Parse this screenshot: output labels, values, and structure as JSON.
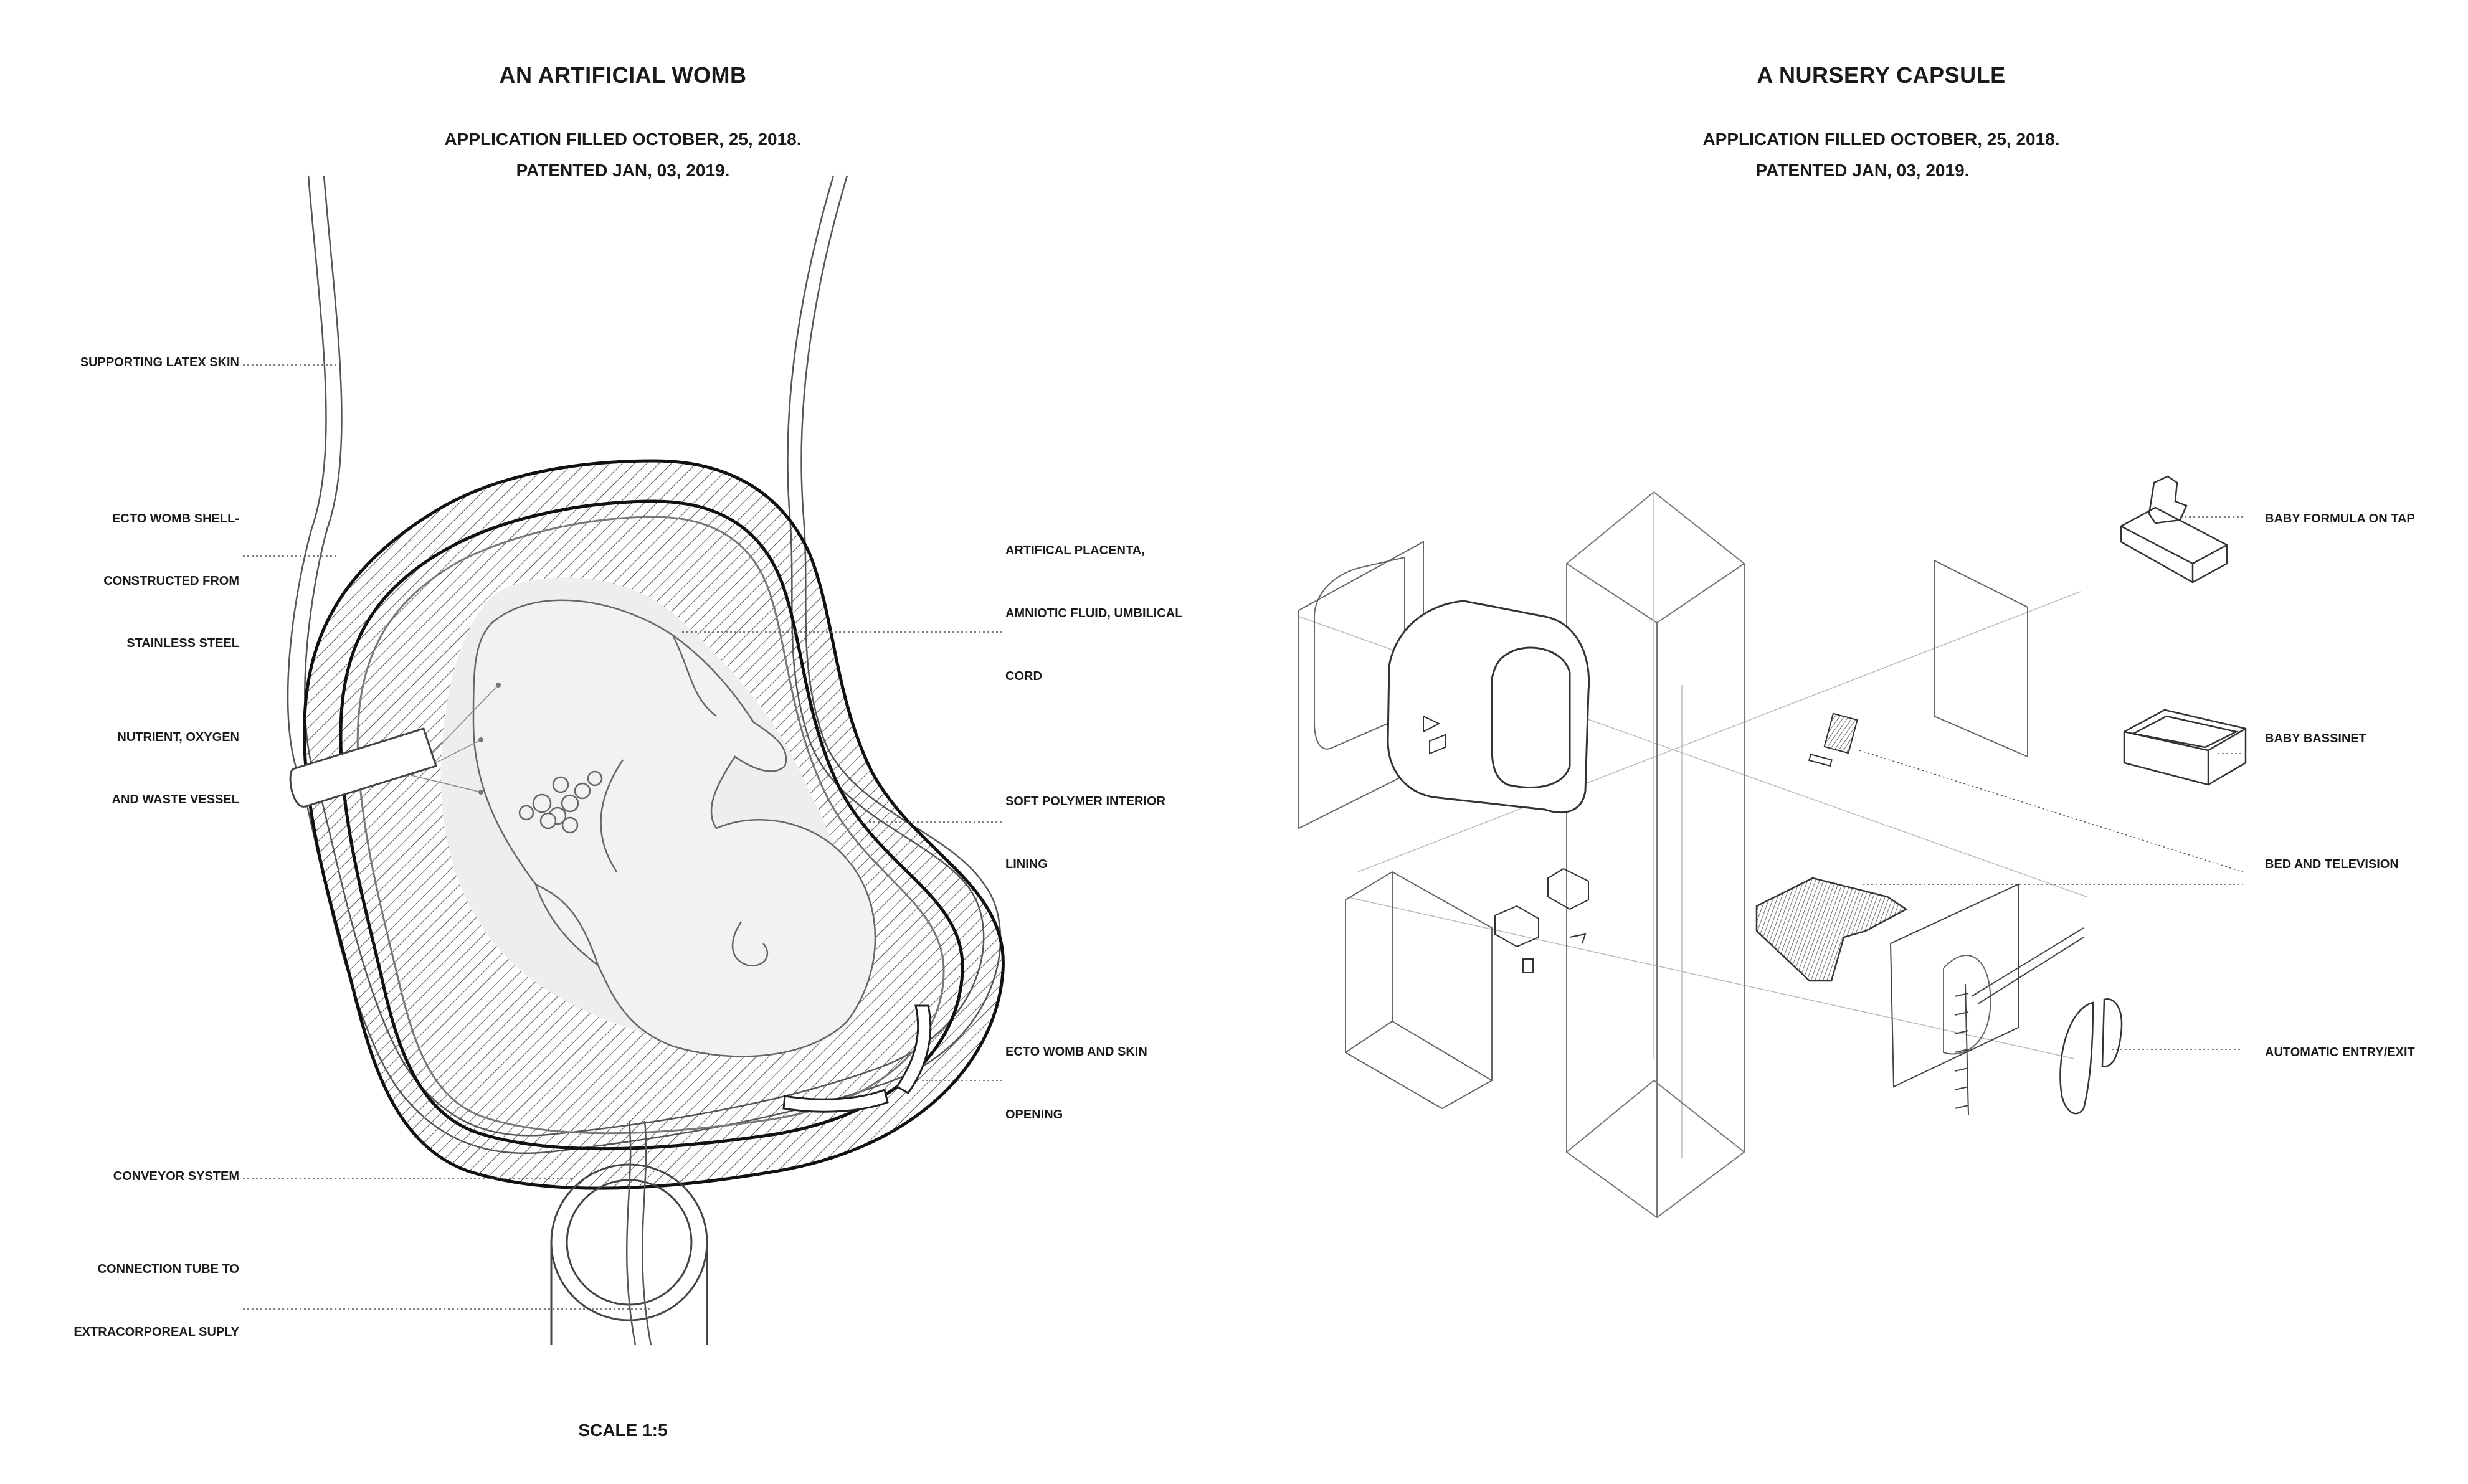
{
  "left_panel": {
    "title": "AN ARTIFICIAL WOMB",
    "application": "APPLICATION FILLED OCTOBER, 25, 2018.",
    "patented": "PATENTED JAN, 03, 2019.",
    "scale": "SCALE 1:5",
    "labels_left": [
      "SUPPORTING LATEX SKIN",
      "ECTO WOMB SHELL-",
      "CONSTRUCTED FROM",
      "STAINLESS STEEL",
      "NUTRIENT, OXYGEN",
      "AND WASTE VESSEL",
      "CONVEYOR SYSTEM",
      "CONNECTION TUBE TO",
      "EXTRACORPOREAL SUPLY"
    ],
    "labels_right": [
      "ARTIFICAL PLACENTA,",
      "AMNIOTIC FLUID, UMBILICAL",
      "CORD",
      "SOFT POLYMER INTERIOR",
      "LINING",
      "ECTO WOMB AND SKIN",
      "OPENING"
    ]
  },
  "right_panel": {
    "title": "A NURSERY CAPSULE",
    "application": "APPLICATION FILLED OCTOBER, 25, 2018.",
    "patented": "PATENTED JAN, 03, 2019.",
    "labels": [
      "BABY FORMULA ON TAP",
      "BABY BASSINET",
      "BED AND TELEVISION",
      "AUTOMATIC ENTRY/EXIT"
    ]
  }
}
